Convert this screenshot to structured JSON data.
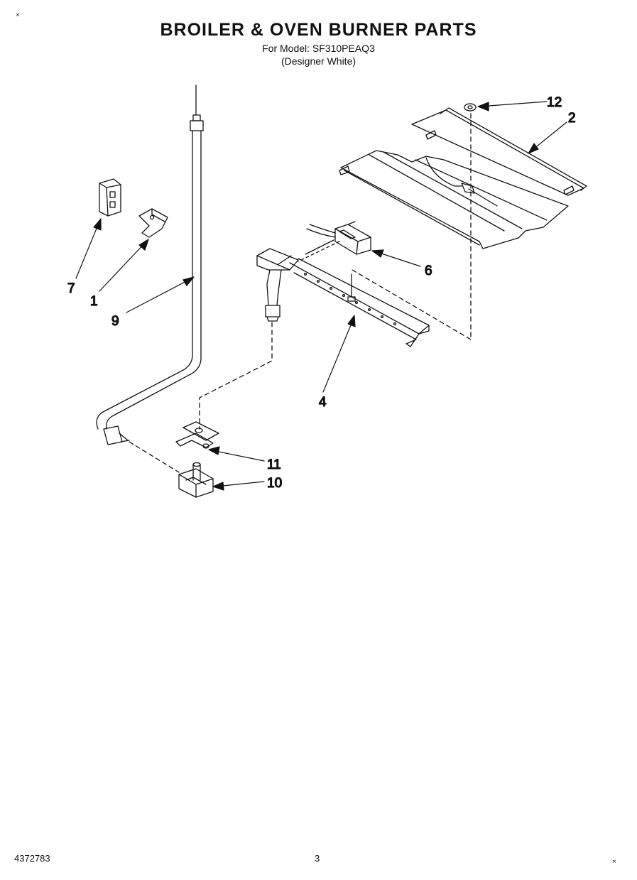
{
  "header": {
    "title": "BROILER & OVEN BURNER PARTS",
    "model_line": "For Model: SF310PEAQ3",
    "variant_line": "(Designer White)"
  },
  "footer": {
    "doc_number": "4372783",
    "page_number": "3"
  },
  "callouts": {
    "c1": "1",
    "c2": "2",
    "c4": "4",
    "c6": "6",
    "c7": "7",
    "c9": "9",
    "c10": "10",
    "c11": "11",
    "c12": "12"
  },
  "parts": [
    {
      "callout": "1",
      "icon": "bracket-clip-icon"
    },
    {
      "callout": "2",
      "icon": "burner-shield-icon"
    },
    {
      "callout": "4",
      "icon": "oven-burner-tube-icon"
    },
    {
      "callout": "6",
      "icon": "igniter-icon"
    },
    {
      "callout": "7",
      "icon": "terminal-block-icon"
    },
    {
      "callout": "9",
      "icon": "gas-tube-icon"
    },
    {
      "callout": "10",
      "icon": "valve-icon"
    },
    {
      "callout": "11",
      "icon": "bracket-icon"
    },
    {
      "callout": "12",
      "icon": "nut-icon"
    }
  ]
}
